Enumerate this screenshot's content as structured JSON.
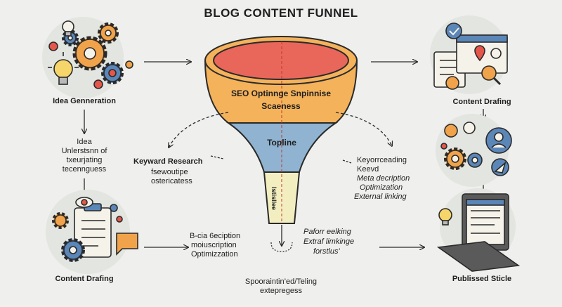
{
  "title": "BLOG CONTENT FUNNEL",
  "funnel": {
    "top_text_line1": "SEO Optinnge Snpinnise",
    "top_text_line2": "Scaeness",
    "mid_text": "Topline",
    "stem_text": "Istisllee"
  },
  "left": {
    "idea_label": "Idea Genneration",
    "idea_sub": [
      "Idea",
      "Unlerstsnn of",
      "txeurjating",
      "tecennguess"
    ],
    "drafting_label": "Content Drafing"
  },
  "right": {
    "drafting_label": "Content Drafing",
    "published_label": "Publissed Sticle"
  },
  "middle_left": {
    "heading": "Keyward Research",
    "lines": [
      "fsewoutipe",
      "ostericatess"
    ]
  },
  "middle_right": {
    "lines": [
      "Keyorrceading",
      "Keevd",
      "Meta decription",
      "Optimization",
      "External linking"
    ]
  },
  "bottom_left": {
    "lines": [
      "B-cia 6eciption",
      "moiuscription",
      "Optimizzation"
    ]
  },
  "bottom_right": {
    "lines": [
      "Paforr eelking",
      "Extraf limkinge",
      "forstlus'"
    ]
  },
  "bottom_center": {
    "lines": [
      "Spooraintin’ed/Teling",
      "extepregess"
    ]
  },
  "colors": {
    "funnel_rim": "#e9665a",
    "funnel_orange": "#f4b25b",
    "funnel_blue": "#8fb3d0",
    "funnel_stem": "#f3eec0",
    "gear_orange": "#f0a34a",
    "gear_blue": "#5b86b8",
    "accent_red": "#e4574a"
  },
  "icons": [
    "lightbulb-icon",
    "gear-icon",
    "clipboard-icon",
    "chat-bubble-icon",
    "document-icon",
    "magnifier-icon",
    "user-icon",
    "laptop-icon"
  ]
}
